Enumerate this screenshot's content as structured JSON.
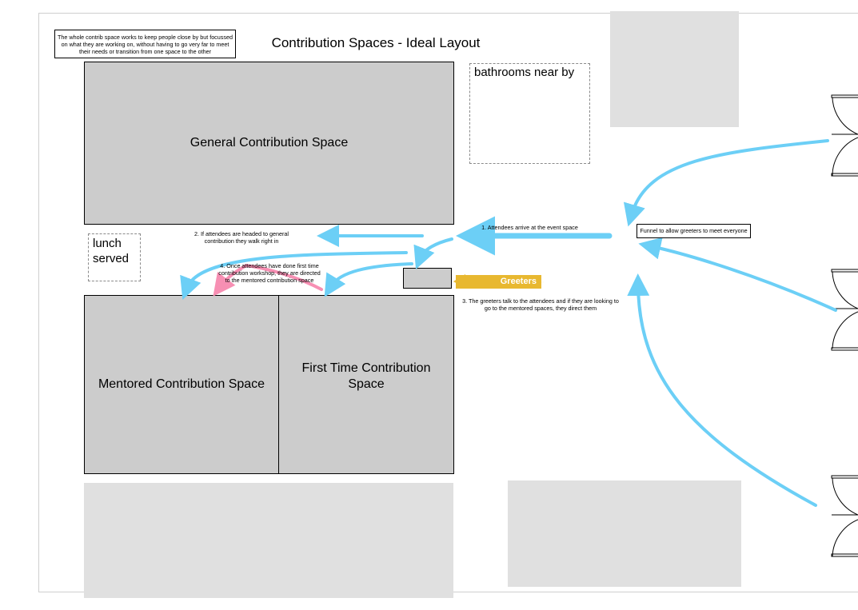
{
  "diagram": {
    "title": "Contribution Spaces - Ideal Layout",
    "intro_note": "The whole contrib space works to keep people close by but focussed on what they are working on, without having to go very far to meet their needs or transition from one space to the other",
    "rooms": {
      "general": "General Contribution Space",
      "mentored": "Mentored Contribution Space",
      "first_time": "First Time Contribution Space"
    },
    "areas": {
      "bathrooms": "bathrooms near by",
      "lunch": "lunch served"
    },
    "greeters_label": "Greeters",
    "funnel_note": "Funnel to allow greeters to meet everyone",
    "steps": {
      "step1": "1. Attendees arrive at the event space",
      "step2": "2. If attendees are headed to general contribution they walk right in",
      "step3": "3. The greeters talk to the attendees and if they are looking to go to the mentored spaces, they direct them",
      "step4": "4. Once attendees have done first time contribution workshop, they are directed to the mentored contribution space"
    },
    "colors": {
      "room_fill": "#cccccc",
      "placeholder_fill": "#e0e0e0",
      "flow_arrow": "#6ccff6",
      "redirect_arrow": "#f78fb3",
      "greeters_tag": "#e8b830"
    }
  }
}
